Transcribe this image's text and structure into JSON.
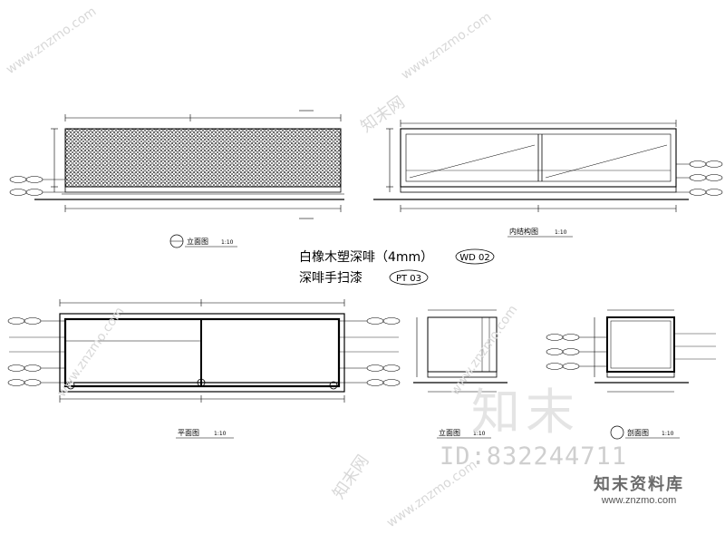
{
  "main_caption": {
    "line1": "白橡木塑深啡（4mm）",
    "line1_tag": "WD 02",
    "line2": "深啡手扫漆",
    "line2_tag": "PT 03"
  },
  "view_titles": {
    "elevation_top": "立面图",
    "inner_structure": "内结构图",
    "plan": "平面图",
    "side_elevation": "立面图",
    "section": "剖面图"
  },
  "scales": {
    "elevation_top": "1:10",
    "inner_structure": "1:10",
    "plan": "1:10",
    "side_elevation": "1:10",
    "section": "1:10"
  },
  "watermark": {
    "site_cn": "知末网",
    "site_url": "www.znzmo.com",
    "big": "知末",
    "id_text": "ID:832244711",
    "logo_name": "知末资料库",
    "logo_url": "www.znzmo.com"
  }
}
